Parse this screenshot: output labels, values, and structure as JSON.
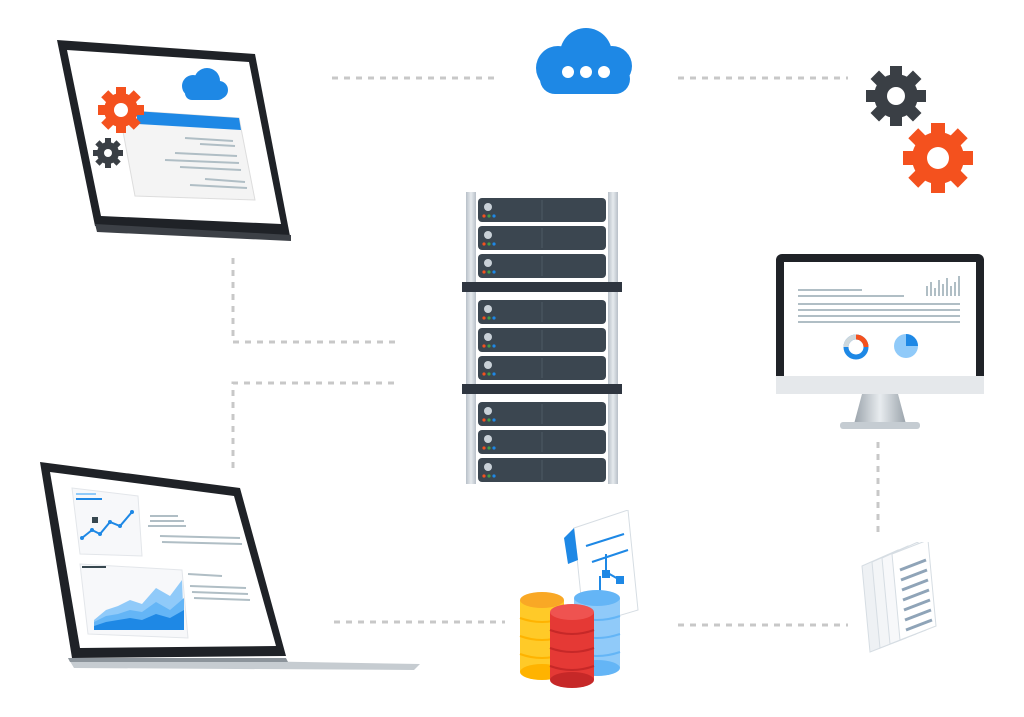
{
  "diagram": {
    "nodes": [
      {
        "id": "laptop-settings",
        "icon": "laptop-settings-icon"
      },
      {
        "id": "cloud",
        "icon": "cloud-icon"
      },
      {
        "id": "gears",
        "icon": "gears-icon"
      },
      {
        "id": "server-rack",
        "icon": "server-rack-icon"
      },
      {
        "id": "desktop-analytics",
        "icon": "desktop-monitor-icon"
      },
      {
        "id": "laptop-dashboard",
        "icon": "laptop-dashboard-icon"
      },
      {
        "id": "databases",
        "icon": "database-icon"
      },
      {
        "id": "documents",
        "icon": "documents-icon"
      }
    ],
    "connections": [
      [
        "laptop-settings",
        "cloud"
      ],
      [
        "cloud",
        "gears"
      ],
      [
        "laptop-settings",
        "server-rack"
      ],
      [
        "laptop-dashboard",
        "server-rack"
      ],
      [
        "laptop-dashboard",
        "databases"
      ],
      [
        "databases",
        "documents"
      ],
      [
        "desktop-analytics",
        "documents"
      ]
    ]
  },
  "colors": {
    "blue": "#1e88e5",
    "orange": "#f4511e",
    "dark": "#2f3640",
    "server": "#3b4650",
    "dash": "#c8c8c8"
  }
}
